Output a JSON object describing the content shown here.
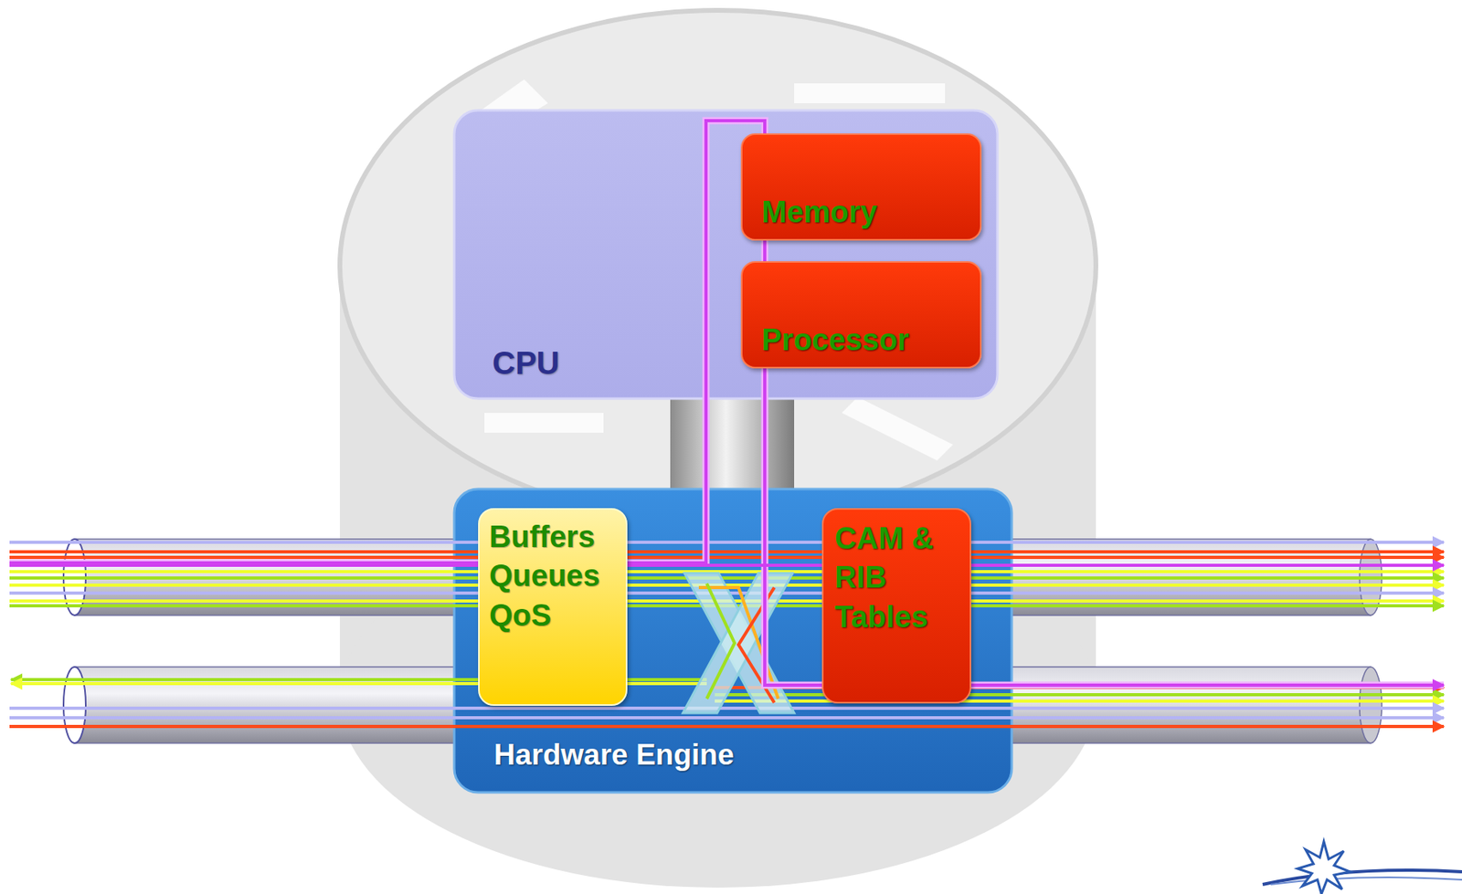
{
  "diagram": {
    "nodes": [
      {
        "text": [
          "CPU"
        ]
      },
      {
        "text": [
          "Memory"
        ],
        "in": 0
      },
      {
        "text": [
          "Processor"
        ],
        "in": 0
      },
      {
        "text": [
          "Hardware Engine"
        ]
      },
      {
        "text": [
          "Buffers Queues QoS"
        ],
        "in": 3
      },
      {
        "text": [
          "CAM & RIB Tables"
        ],
        "in": 3
      }
    ],
    "edges": [
      {
        "from": 0,
        "to": 3,
        "arrow": "none"
      }
    ]
  }
}
